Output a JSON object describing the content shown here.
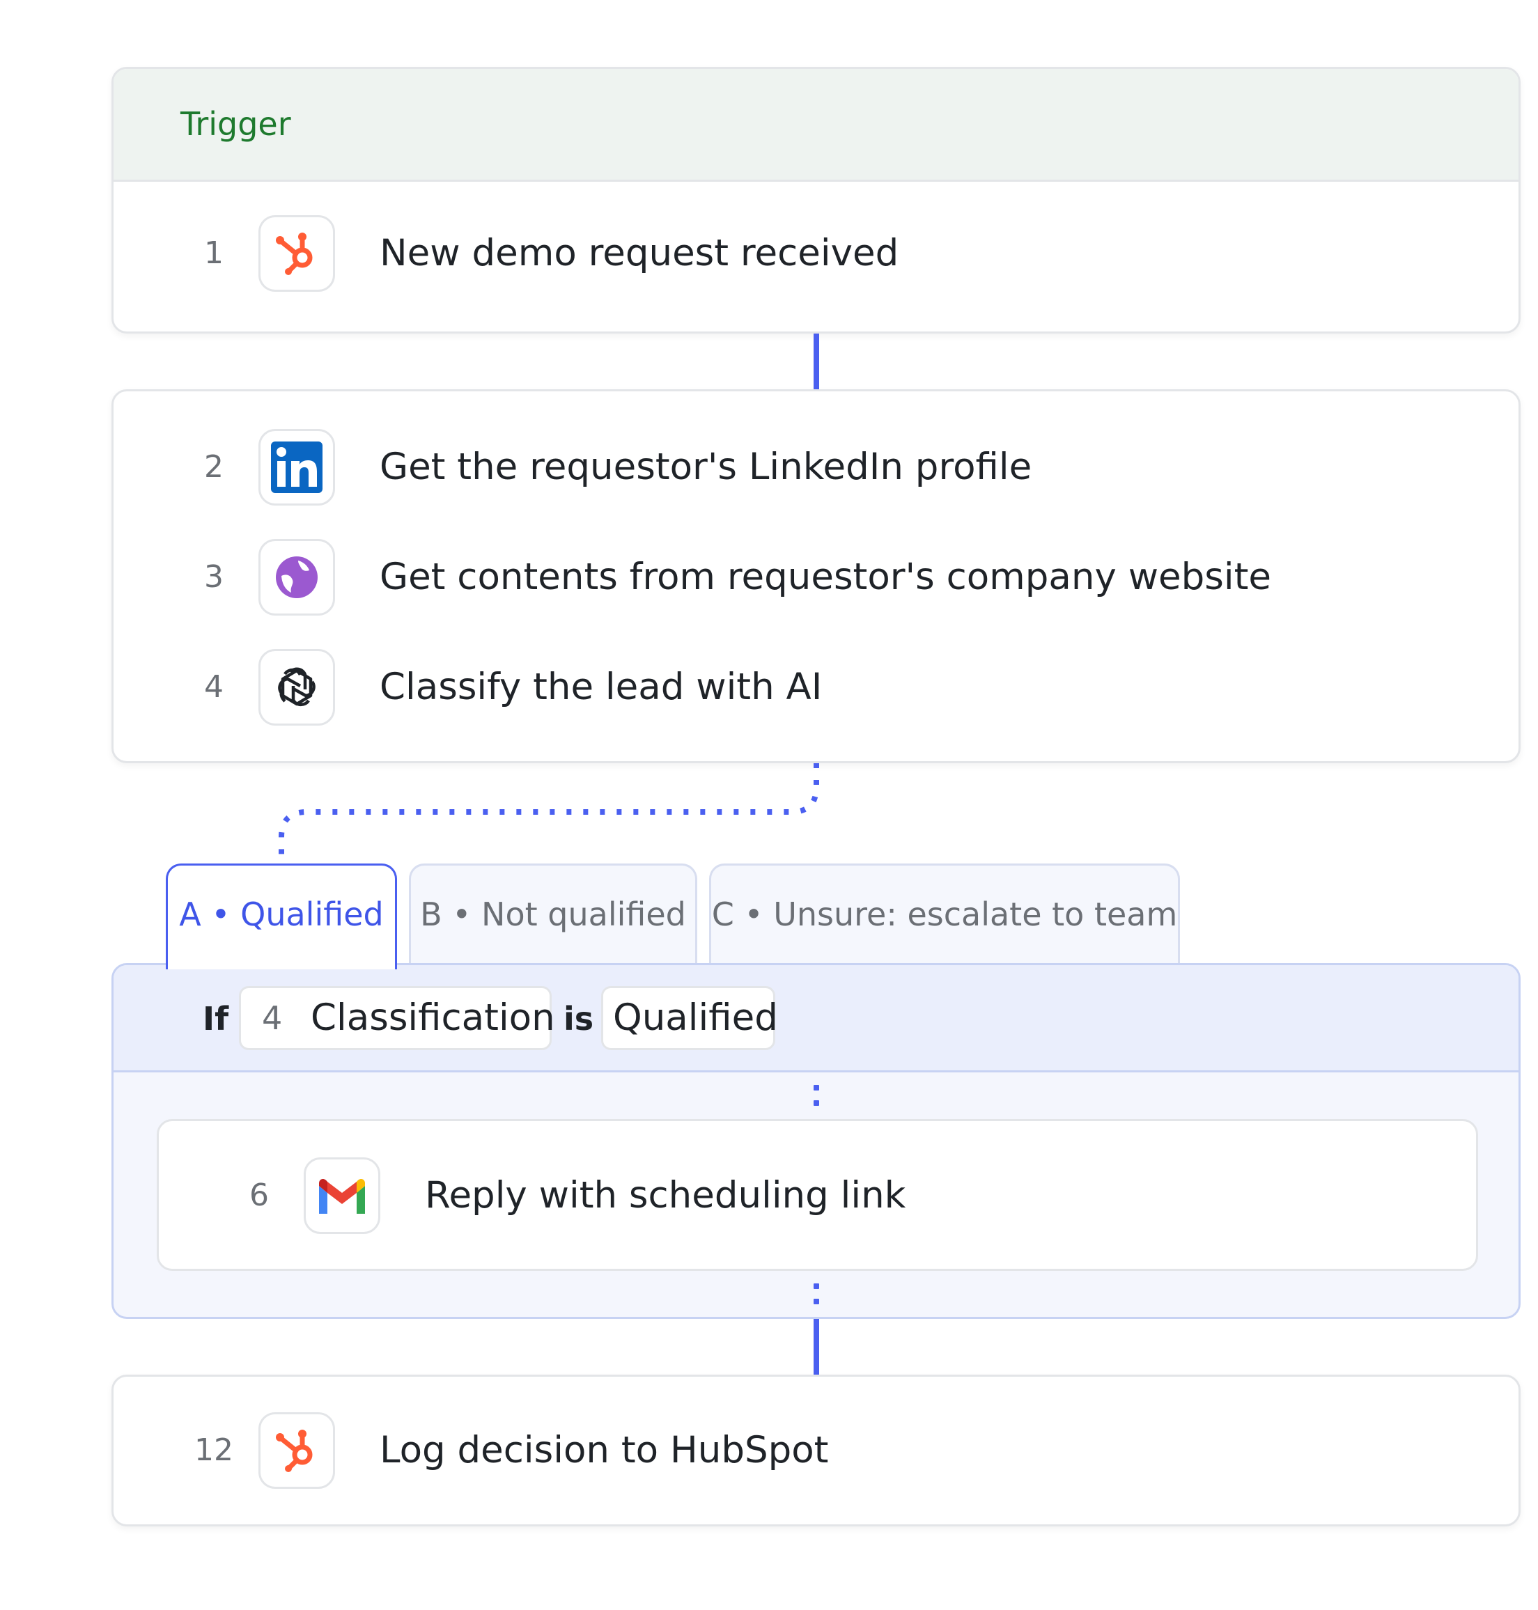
{
  "trigger": {
    "header_label": "Trigger",
    "step": {
      "number": "1",
      "icon": "hubspot-icon",
      "label": "New demo request received"
    }
  },
  "actions": [
    {
      "number": "2",
      "icon": "linkedin-icon",
      "label": "Get the requestor's LinkedIn profile"
    },
    {
      "number": "3",
      "icon": "globe-icon",
      "label": "Get contents from requestor's company website"
    },
    {
      "number": "4",
      "icon": "openai-icon",
      "label": "Classify the lead with AI"
    }
  ],
  "branches": {
    "tabs": [
      {
        "letter": "A",
        "label": "Qualified",
        "active": true
      },
      {
        "letter": "B",
        "label": "Not qualified",
        "active": false
      },
      {
        "letter": "C",
        "label": "Unsure: escalate to team",
        "active": false
      }
    ],
    "tab_labels": [
      "A • Qualified",
      "B • Not qualified",
      "C • Unsure: escalate to team"
    ],
    "condition": {
      "if_word": "If",
      "field_step": "4",
      "field_name": "Classification",
      "operator": "is",
      "value": "Qualified"
    },
    "step": {
      "number": "6",
      "icon": "gmail-icon",
      "label": "Reply with scheduling link"
    }
  },
  "final_step": {
    "number": "12",
    "icon": "hubspot-icon",
    "label": "Log decision to HubSpot"
  },
  "colors": {
    "accent": "#4a5ff0",
    "trigger_green": "#1e7a2e",
    "hubspot": "#ff5c35",
    "linkedin": "#0a66c2",
    "globe": "#9b59d0"
  }
}
